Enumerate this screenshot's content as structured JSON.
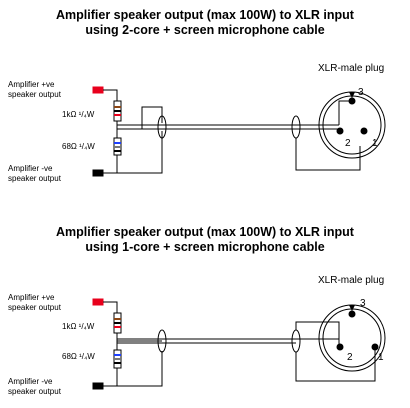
{
  "diagram1": {
    "title_line1": "Amplifier speaker output (max 100W) to XLR input",
    "title_line2": "using 2-core + screen microphone cable",
    "plug_label": "XLR-male plug",
    "amp_pos_label_1": "Amplifier +ve",
    "amp_pos_label_2": "speaker output",
    "amp_neg_label_1": "Amplifier -ve",
    "amp_neg_label_2": "speaker output",
    "resistor_top": "1kΩ ¹/₄W",
    "resistor_bottom": "68Ω ¹/₄W",
    "pin_3": "3",
    "pin_2": "2",
    "pin_1": "1"
  },
  "diagram2": {
    "title_line1": "Amplifier speaker output (max 100W) to XLR input",
    "title_line2": "using 1-core + screen microphone cable",
    "plug_label": "XLR-male plug",
    "amp_pos_label_1": "Amplifier +ve",
    "amp_pos_label_2": "speaker output",
    "amp_neg_label_1": "Amplifier -ve",
    "amp_neg_label_2": "speaker output",
    "resistor_top": "1kΩ ¹/₄W",
    "resistor_bottom": "68Ω ¹/₄W",
    "pin_3": "3",
    "pin_2": "2",
    "pin_1": "1"
  },
  "colors": {
    "positive_terminal": "#e8001c",
    "negative_terminal": "#000000",
    "resistor_body": "#ffffff"
  }
}
